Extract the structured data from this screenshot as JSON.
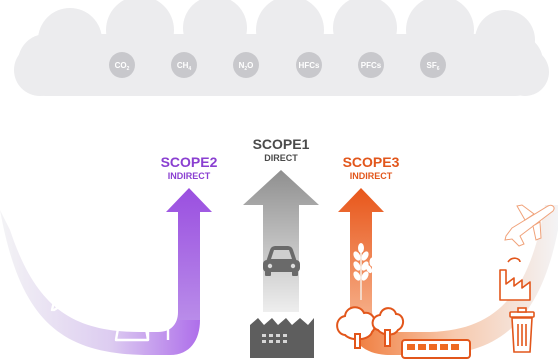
{
  "gases": [
    {
      "base": "CO",
      "sub": "2",
      "after": ""
    },
    {
      "base": "CH",
      "sub": "4",
      "after": ""
    },
    {
      "base": "N",
      "sub": "2",
      "after": "O"
    },
    {
      "base": "HFCs",
      "sub": "",
      "after": ""
    },
    {
      "base": "PFCs",
      "sub": "",
      "after": ""
    },
    {
      "base": "SF",
      "sub": "6",
      "after": ""
    }
  ],
  "scope1": {
    "title": "SCOPE1",
    "subtitle": "DIRECT"
  },
  "scope2": {
    "title": "SCOPE2",
    "subtitle": "INDIRECT"
  },
  "scope3": {
    "title": "SCOPE3",
    "subtitle": "INDIRECT"
  },
  "colors": {
    "cloud": "#ececee",
    "gas_bubble": "#c8c8cc",
    "scope1": "#4a4a4a",
    "scope1_arrow": "#9d9d9d",
    "scope2": "#8a3fd1",
    "scope2_arrow": "#a55ee8",
    "scope3": "#e2561b",
    "scope3_arrow": "#ee6a22"
  },
  "icons": [
    "pylon-icon",
    "power-plant-icon",
    "car-icon",
    "factory-icon",
    "wheat-icon",
    "airplane-icon",
    "factory-small-icon",
    "trash-bin-icon",
    "trees-icon",
    "bus-icon"
  ]
}
